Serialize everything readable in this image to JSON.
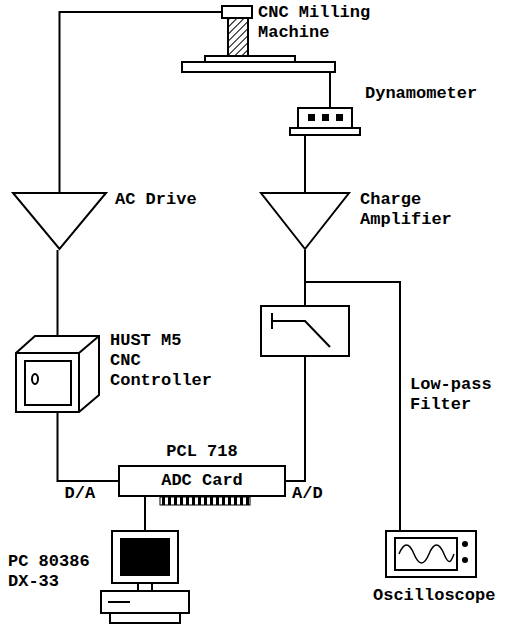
{
  "diagram": {
    "nodes": [
      {
        "text": [
          "CNC Milling Machine"
        ]
      },
      {
        "text": [
          "Dynamometer"
        ]
      },
      {
        "text": [
          "AC Drive"
        ]
      },
      {
        "text": [
          "Charge Amplifier"
        ]
      },
      {
        "text": [
          "HUST M5 CNC Controller"
        ]
      },
      {
        "text": [
          "Low-pass Filter"
        ]
      },
      {
        "text": [
          "PCL 718",
          "ADC Card"
        ]
      },
      {
        "text": [
          "PC 80386 DX-33"
        ]
      },
      {
        "text": [
          "Oscilloscope"
        ]
      }
    ],
    "edges": [
      {
        "from": 0,
        "to": 1,
        "arrow": "none"
      },
      {
        "from": 1,
        "to": 3,
        "arrow": "none"
      },
      {
        "from": 3,
        "to": 5,
        "arrow": "none"
      },
      {
        "from": 3,
        "to": 8,
        "arrow": "none"
      },
      {
        "from": 5,
        "to": 6,
        "label": "A/D",
        "arrow": "none"
      },
      {
        "from": 4,
        "to": 6,
        "label": "D/A",
        "arrow": "none"
      },
      {
        "from": 6,
        "to": 7,
        "arrow": "none"
      },
      {
        "from": 4,
        "to": 2,
        "arrow": "none"
      },
      {
        "from": 2,
        "to": 0,
        "arrow": "none"
      }
    ]
  }
}
